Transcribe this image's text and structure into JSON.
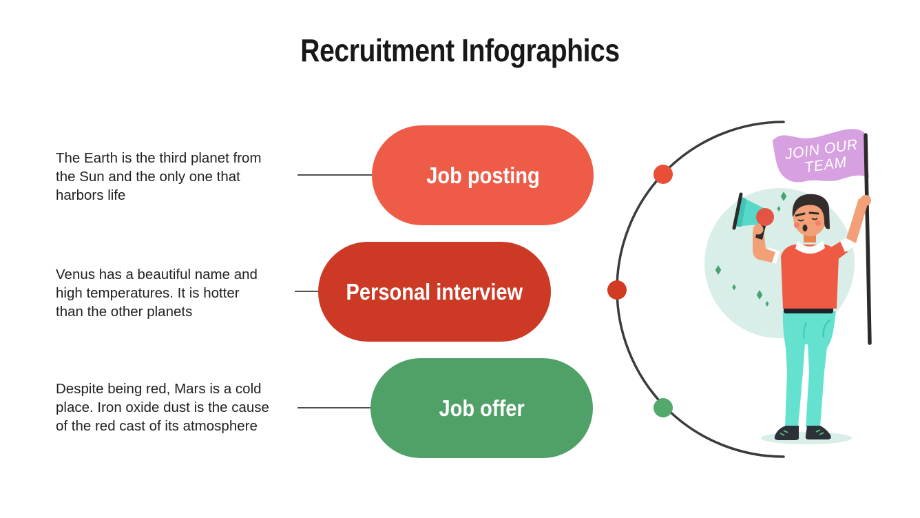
{
  "slide": {
    "title": "Recruitment Infographics",
    "background_color": "#ffffff",
    "title_color": "#181818",
    "text_color": "#212121",
    "connector_color": "#4a4f52"
  },
  "steps": [
    {
      "id": "job-posting",
      "label": "Job posting",
      "lines": [
        "The Earth is the third planet from",
        "the Sun and the only one that",
        "harbors life"
      ],
      "pill_color": "#ee5b47",
      "dot_color": "#e94e36"
    },
    {
      "id": "personal-interview",
      "label": "Personal interview",
      "lines": [
        "Venus has a beautiful name and",
        "high temperatures. It is hotter",
        "than the other planets"
      ],
      "pill_color": "#cc3a25",
      "dot_color": "#d13b23"
    },
    {
      "id": "job-offer",
      "label": "Job offer",
      "lines": [
        "Despite being red, Mars is a cold",
        "place. Iron oxide dust is the cause",
        "of the red cast of its atmosphere"
      ],
      "pill_color": "#4fa167",
      "dot_color": "#53a86b"
    }
  ],
  "illustration": {
    "flag_line1": "JOIN OUR",
    "flag_line2": "TEAM",
    "colors": {
      "arc": "#3b3b3b",
      "mint": "#d9eee8",
      "flag": "#d7a0e0",
      "flagtext": "#ffffff",
      "skin": "#f2a078",
      "skinshade": "#e8854e",
      "hair": "#332c2a",
      "shirt": "#ee5a43",
      "pants": "#65e2cf",
      "pantsline": "#3ec9b8",
      "shoes": "#2c3038",
      "stripe": "#56b87a",
      "dark": "#2e2a28",
      "teal": "#58d8c9",
      "tealdark": "#41c4b4",
      "accent": "#e25544",
      "sparkle": "#47a372",
      "blush": "#f2806b",
      "white": "#ffffff",
      "belt": "#1d222b"
    }
  }
}
